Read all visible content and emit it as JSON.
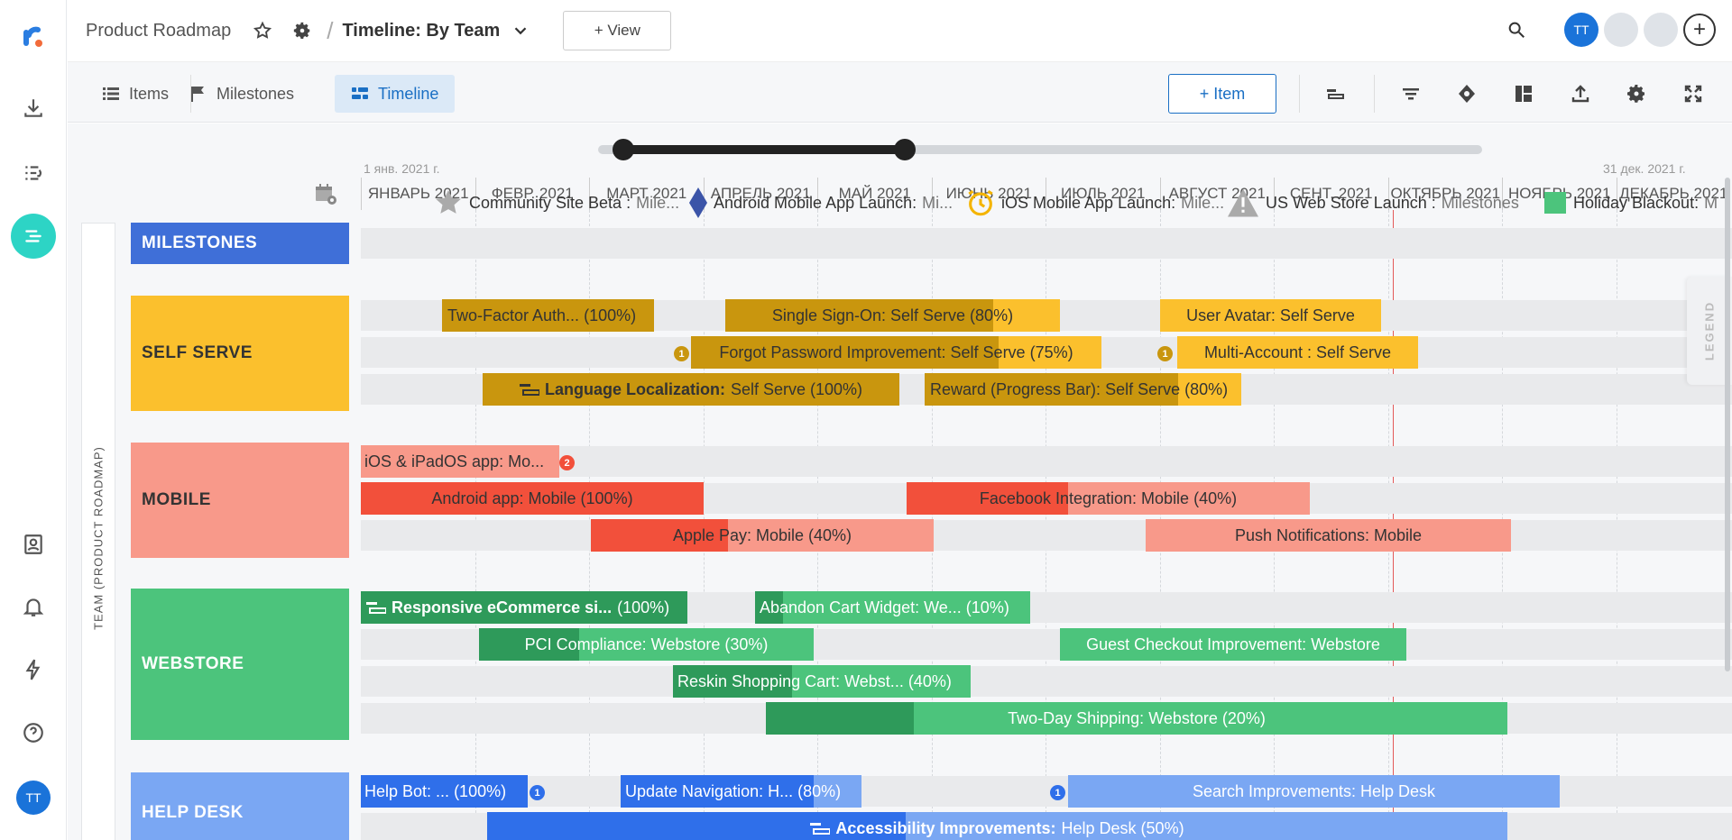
{
  "header": {
    "project_title": "Product Roadmap",
    "view_title": "Timeline: By Team",
    "add_view_label": "+ View",
    "user_initials": "TT"
  },
  "toolbar": {
    "tabs": [
      {
        "label": "Items"
      },
      {
        "label": "Milestones"
      },
      {
        "label": "Timeline"
      }
    ],
    "add_item_label": "+ Item"
  },
  "timeline": {
    "start_caption": "1 янв. 2021 г.",
    "end_caption": "31 дек. 2021 г.",
    "months": [
      "ЯНВАРЬ 2021",
      "ФЕВР. 2021",
      "МАРТ 2021",
      "АПРЕЛЬ 2021",
      "МАЙ 2021",
      "ИЮНЬ 2021",
      "ИЮЛЬ 2021",
      "АВГУСТ 2021",
      "СЕНТ. 2021",
      "ОКТЯБРЬ 2021",
      "НОЯБРЬ 2021",
      "ДЕКАБРЬ 2021"
    ],
    "group_axis_label": "TEAM (PRODUCT ROADMAP)",
    "legend_label": "LEGEND"
  },
  "milestones": {
    "lane_label": "MILESTONES",
    "items": [
      {
        "name": "Community Site Beta :",
        "sub": "Mile...",
        "icon": "star-icon"
      },
      {
        "name": "Android Mobile App Launch:",
        "sub": "Mi...",
        "icon": "diamond-icon"
      },
      {
        "name": "iOS Mobile App Launch:",
        "sub": "Mile...",
        "icon": "alarm-clock-icon"
      },
      {
        "name": "US Web Store Launch :",
        "sub": "Milestones",
        "icon": "warning-icon"
      },
      {
        "name": "Holiday Blackout:",
        "sub": "M",
        "icon": "square-icon"
      }
    ]
  },
  "lanes": {
    "self_serve": {
      "label": "SELF SERVE",
      "bars": [
        {
          "title": "Two-Factor Auth...",
          "suffix": "(100%)",
          "progress": 1.0
        },
        {
          "title": "Single Sign-On:",
          "suffix": "Self Serve (80%)",
          "progress": 0.8
        },
        {
          "title": "User Avatar:",
          "suffix": "Self Serve",
          "progress": 0
        },
        {
          "title": "Forgot Password Improvement:",
          "suffix": "Self Serve (75%)",
          "progress": 0.75,
          "badge": "1"
        },
        {
          "title": "Multi-Account :",
          "suffix": "Self Serve",
          "progress": 0,
          "badge": "1"
        },
        {
          "title": "Language Localization:",
          "suffix": "Self Serve (100%)",
          "progress": 1.0
        },
        {
          "title": "Reward (Progress Bar):",
          "suffix": "Self Serve (80%)",
          "progress": 0.8
        }
      ]
    },
    "mobile": {
      "label": "MOBILE",
      "bars": [
        {
          "title": "iOS & iPadOS app:",
          "suffix": "Mo...",
          "progress": 0,
          "badge": "2"
        },
        {
          "title": "Android app:",
          "suffix": "Mobile (100%)",
          "progress": 1.0
        },
        {
          "title": "Facebook Integration:",
          "suffix": "Mobile (40%)",
          "progress": 0.4
        },
        {
          "title": "Apple Pay:",
          "suffix": "Mobile (40%)",
          "progress": 0.4
        },
        {
          "title": "Push Notifications:",
          "suffix": "Mobile",
          "progress": 0
        }
      ]
    },
    "webstore": {
      "label": "WEBSTORE",
      "bars": [
        {
          "title": "Responsive eCommerce si...",
          "suffix": "(100%)",
          "progress": 1.0
        },
        {
          "title": "Abandon Cart Widget:",
          "suffix": "We... (10%)",
          "progress": 0.1
        },
        {
          "title": "PCI Compliance:",
          "suffix": "Webstore (30%)",
          "progress": 0.3
        },
        {
          "title": "Guest Checkout Improvement:",
          "suffix": "Webstore",
          "progress": 0
        },
        {
          "title": "Reskin Shopping Cart:",
          "suffix": "Webst... (40%)",
          "progress": 0.4
        },
        {
          "title": "Two-Day Shipping:",
          "suffix": "Webstore (20%)",
          "progress": 0.2
        }
      ]
    },
    "help_desk": {
      "label": "HELP DESK",
      "bars": [
        {
          "title": "Help Bot: ...",
          "suffix": "(100%)",
          "progress": 1.0,
          "badge": "1"
        },
        {
          "title": "Update Navigation:",
          "suffix": "H... (80%)",
          "progress": 0.8
        },
        {
          "title": "Search Improvements:",
          "suffix": "Help Desk",
          "progress": 0,
          "badge": "1"
        },
        {
          "title": "Accessibility Improvements:",
          "suffix": "Help Desk (50%)",
          "progress": 0.5
        }
      ]
    }
  },
  "colors": {
    "milestones": "#3f6fd8",
    "self_serve_light": "#fbc02d",
    "self_serve_dark": "#c9960e",
    "mobile_light": "#f8998a",
    "mobile_dark": "#f2503b",
    "webstore_light": "#4cc47c",
    "webstore_dark": "#2e9a5a",
    "helpdesk_light": "#7aa7f3",
    "helpdesk_dark": "#2f6fea",
    "accent": "#1a6fc4",
    "rail_active": "#2dd4c5"
  }
}
